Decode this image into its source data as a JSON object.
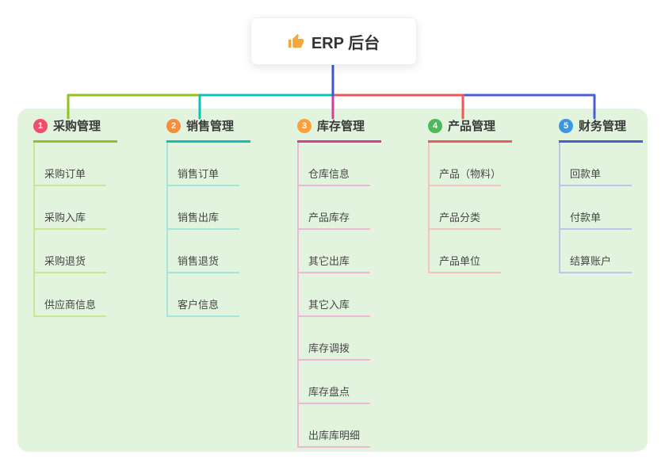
{
  "root": {
    "title": "ERP 后台",
    "icon": "thumbs-up-icon"
  },
  "canvas": {
    "panel_color": "#e2f4de",
    "background": "#ffffff"
  },
  "connector": {
    "root_color": "#4155d4"
  },
  "branches": [
    {
      "badge": "1",
      "title": "采购管理",
      "color": "#8fc320",
      "light_color": "#c9e596",
      "badge_color": "#ee4f6a",
      "children": [
        "采购订单",
        "采购入库",
        "采购退货",
        "供应商信息"
      ]
    },
    {
      "badge": "2",
      "title": "销售管理",
      "color": "#10c0b8",
      "light_color": "#a3e4df",
      "badge_color": "#f78e3d",
      "children": [
        "销售订单",
        "销售出库",
        "销售退货",
        "客户信息"
      ]
    },
    {
      "badge": "3",
      "title": "库存管理",
      "color": "#cf3e9a",
      "light_color": "#edb7d9",
      "badge_color": "#f9a13c",
      "children": [
        "仓库信息",
        "产品库存",
        "其它出库",
        "其它入库",
        "库存调拨",
        "库存盘点",
        "出库库明细"
      ]
    },
    {
      "badge": "4",
      "title": "产品管理",
      "color": "#ef5858",
      "light_color": "#f6c3c3",
      "badge_color": "#4eb85a",
      "children": [
        "产品（物料）",
        "产品分类",
        "产品单位"
      ]
    },
    {
      "badge": "5",
      "title": "财务管理",
      "color": "#4a5ed2",
      "light_color": "#bcc5ee",
      "badge_color": "#3b97e3",
      "children": [
        "回款单",
        "付款单",
        "结算账户"
      ]
    }
  ]
}
